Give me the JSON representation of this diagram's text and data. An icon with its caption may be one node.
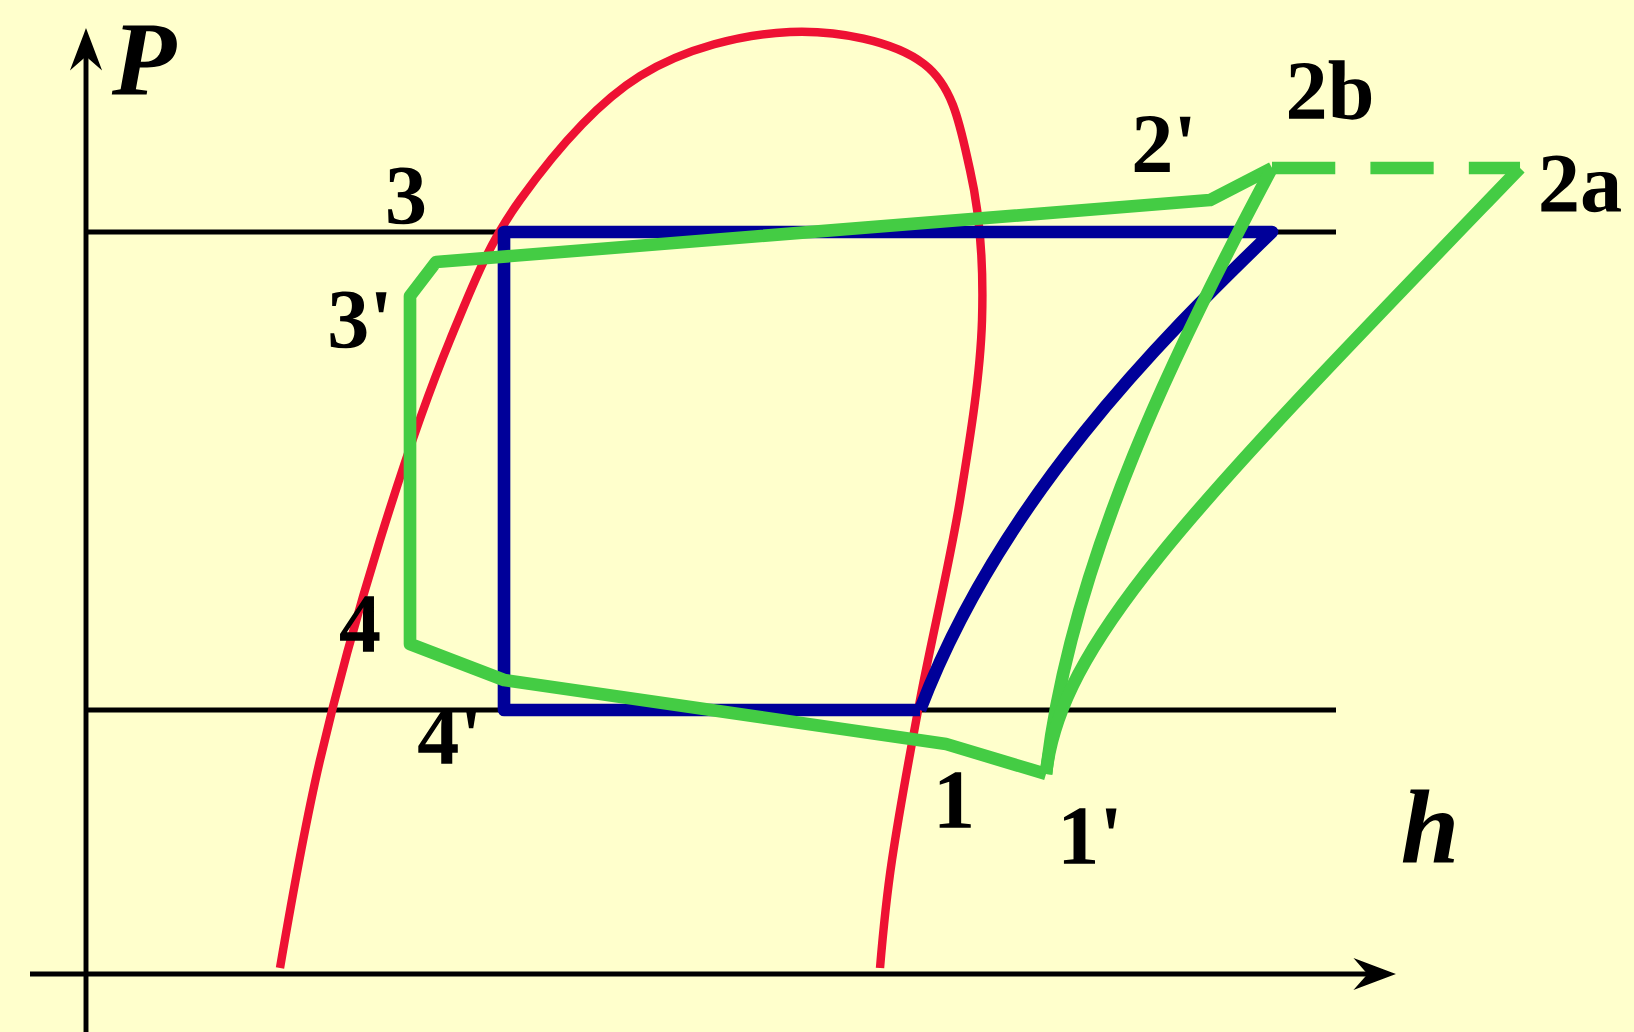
{
  "diagram": {
    "labels": [
      "P",
      "2'",
      "2b",
      "2a",
      "3",
      "3'",
      "4",
      "4'",
      "1",
      "h",
      "1'"
    ]
  }
}
